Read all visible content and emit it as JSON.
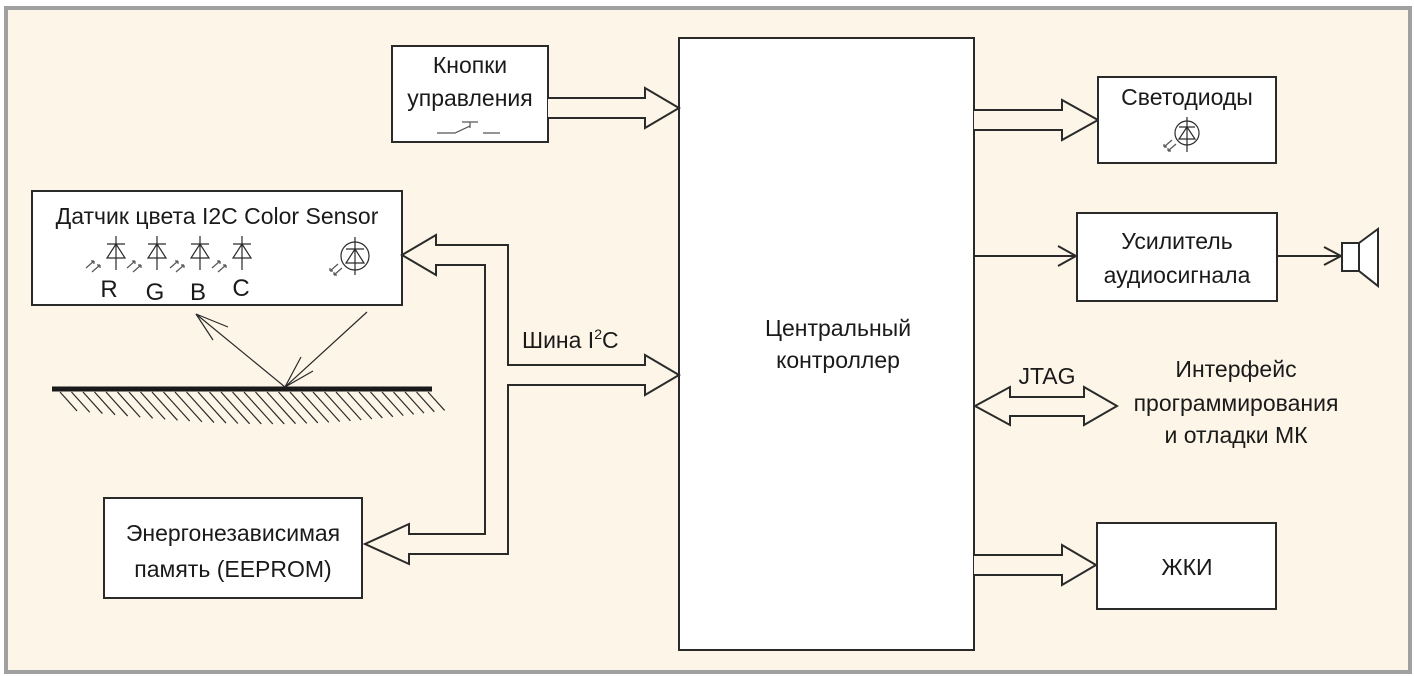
{
  "diagram": {
    "title": "Block diagram of color sensor device",
    "colors": {
      "background": "#fdf6e8",
      "frame": "#a0a0a0",
      "stroke": "#2a2a2a",
      "box_fill": "#ffffff"
    },
    "blocks": {
      "controller": {
        "line1": "Центральный",
        "line2": "контроллер"
      },
      "buttons": {
        "line1": "Кнопки",
        "line2": "управления",
        "icon": "push-button-switch-icon"
      },
      "sensor": {
        "title": "Датчик цвета I2C Color Sensor",
        "channels": [
          "R",
          "G",
          "B",
          "C"
        ],
        "channel_icon": "photodiode-icon",
        "emitter_icon": "led-icon"
      },
      "eeprom": {
        "line1": "Энергонезависимая",
        "line2": "память (EEPROM)"
      },
      "leds": {
        "line1": "Светодиоды",
        "icon": "led-icon"
      },
      "amplifier": {
        "line1": "Усилитель",
        "line2": "аудиосигнала",
        "output_icon": "speaker-icon"
      },
      "lcd": {
        "line1": "ЖКИ"
      }
    },
    "labels": {
      "i2c_bus": "Шина I",
      "i2c_sup": "2",
      "i2c_tail": "C",
      "jtag": "JTAG",
      "debug_line1": "Интерфейс",
      "debug_line2": "программирования",
      "debug_line3": "и отладки МК"
    },
    "connections": [
      {
        "from": "buttons",
        "to": "controller",
        "type": "bus-arrow"
      },
      {
        "from": "controller",
        "to": "leds",
        "type": "bus-arrow"
      },
      {
        "from": "controller",
        "to": "amplifier",
        "type": "line-arrow"
      },
      {
        "from": "amplifier",
        "to": "speaker",
        "type": "line-arrow"
      },
      {
        "from": "controller",
        "to": "debug-interface",
        "type": "bidirectional-bus",
        "label": "JTAG"
      },
      {
        "from": "controller",
        "to": "lcd",
        "type": "bus-arrow"
      },
      {
        "from": "i2c-bus",
        "to": "sensor",
        "type": "bus-arrow"
      },
      {
        "from": "i2c-bus",
        "to": "eeprom",
        "type": "bus-arrow"
      },
      {
        "from": "i2c-bus",
        "to": "controller",
        "type": "bus-arrow"
      },
      {
        "from": "sensor",
        "to": "surface",
        "type": "light-ray"
      },
      {
        "from": "surface",
        "to": "sensor",
        "type": "reflected-ray"
      }
    ]
  }
}
